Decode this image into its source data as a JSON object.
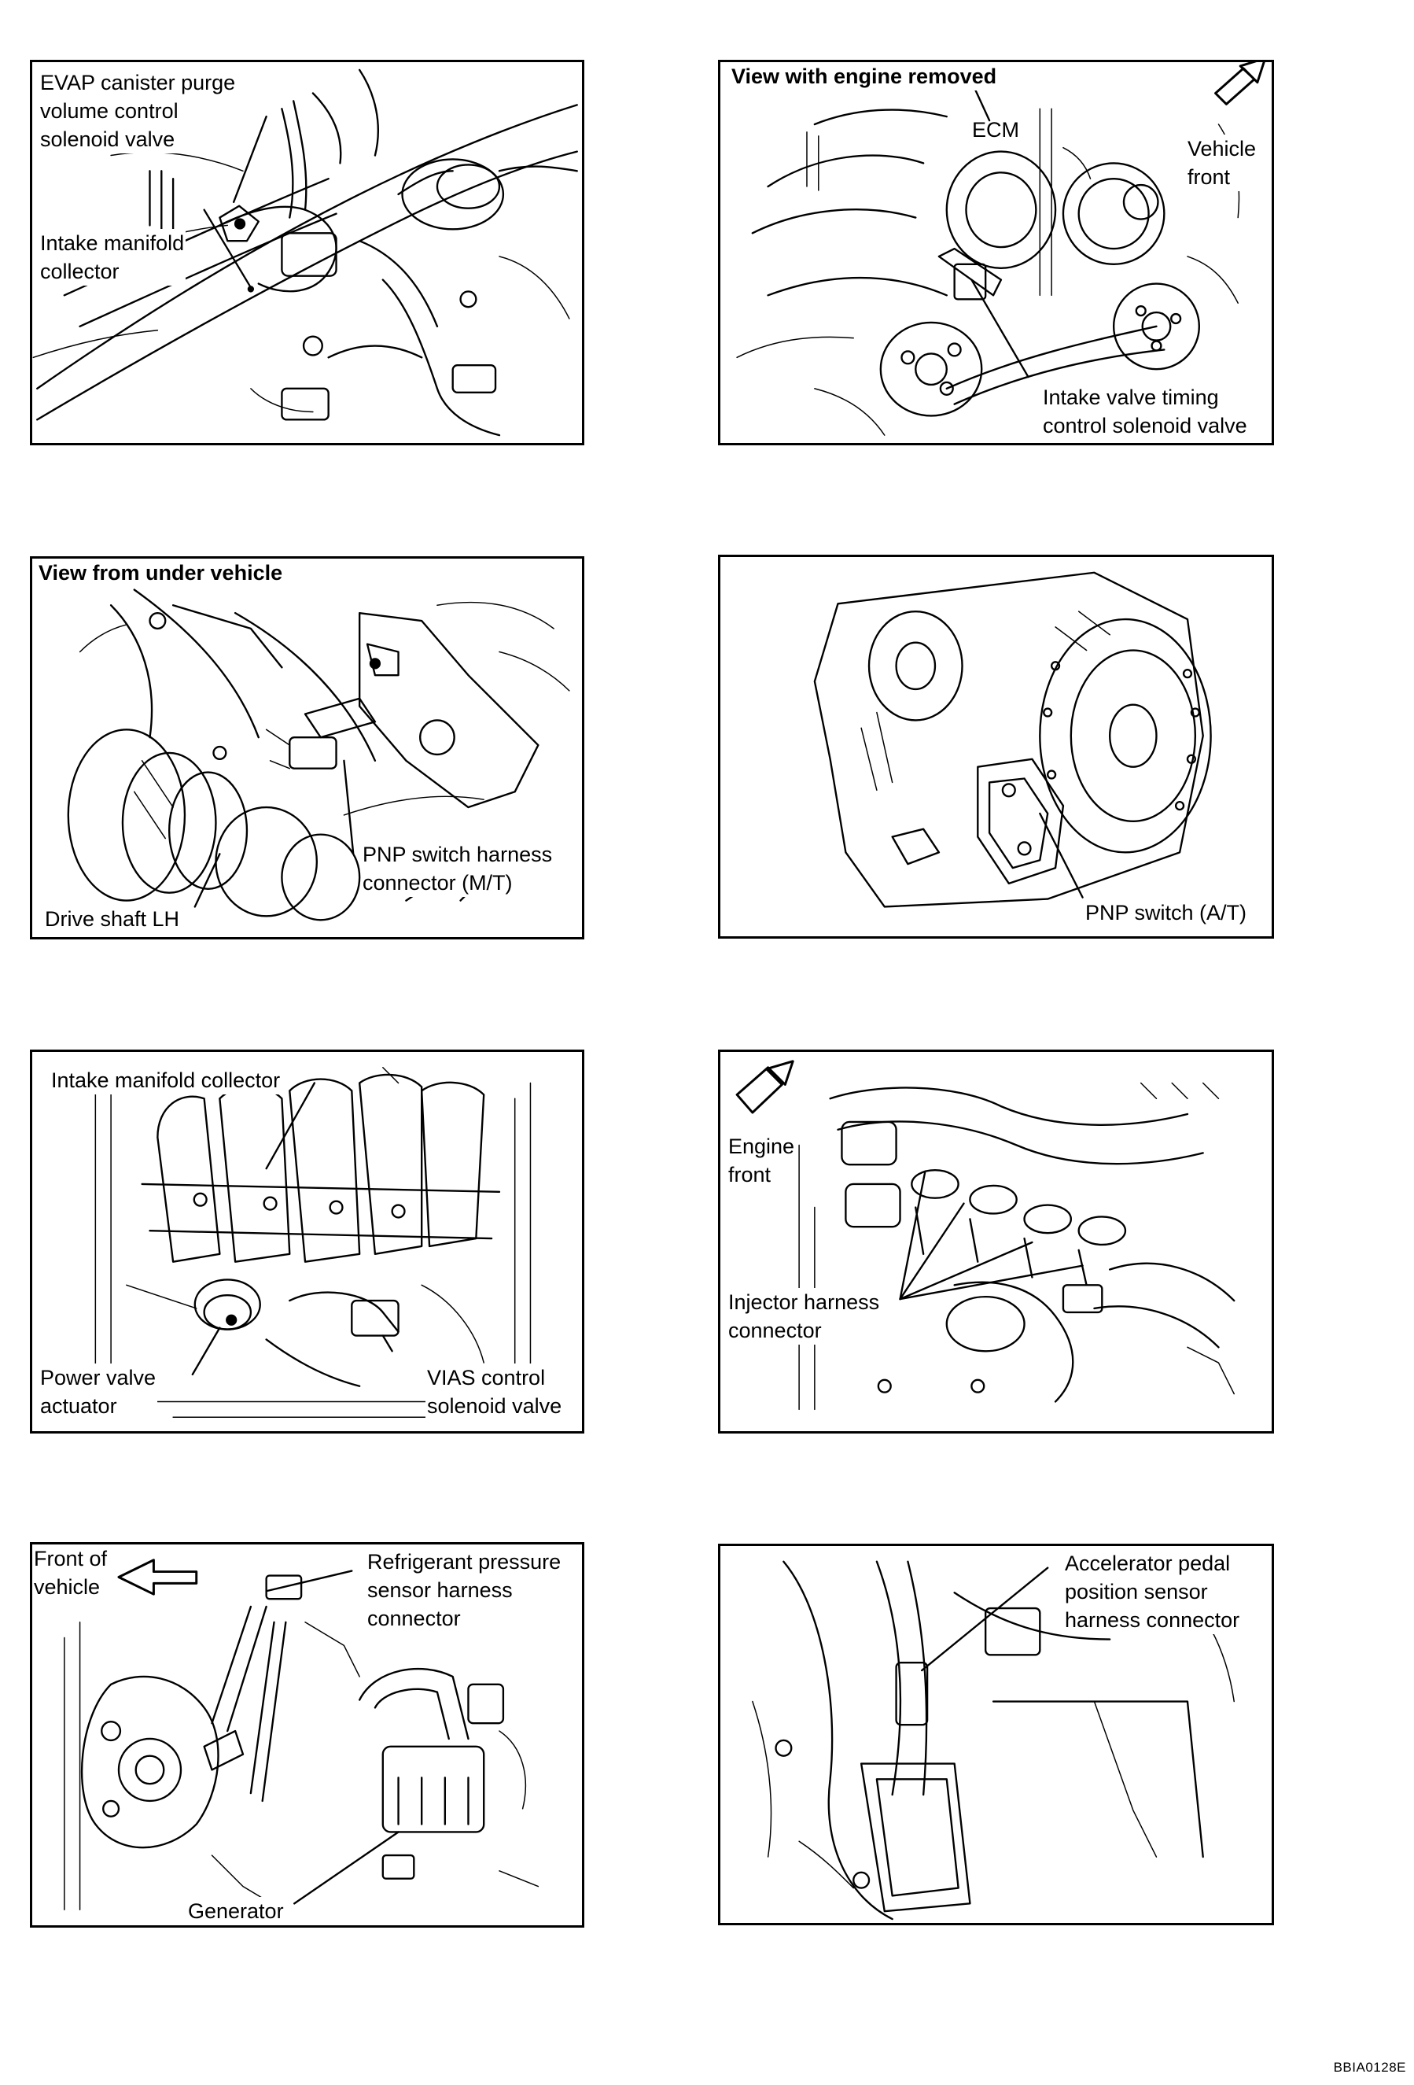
{
  "panels": [
    {
      "id": "evap",
      "labels": [
        {
          "line1": "EVAP canister purge",
          "line2": "volume control",
          "line3": "solenoid valve"
        },
        {
          "line1": "Intake manifold",
          "line2": "collector"
        }
      ]
    },
    {
      "id": "ivt",
      "title": "View with engine removed",
      "ecm": "ECM",
      "direction": {
        "line1": "Vehicle",
        "line2": "front"
      },
      "labels": [
        {
          "line1": "Intake valve timing",
          "line2": "control solenoid valve"
        }
      ]
    },
    {
      "id": "pnp-mt",
      "title": "View from under vehicle",
      "labels": [
        {
          "line1": "PNP switch harness",
          "line2": "connector (M/T)"
        },
        {
          "line1": "Drive shaft LH"
        }
      ]
    },
    {
      "id": "pnp-at",
      "labels": [
        {
          "line1": "PNP switch (A/T)"
        }
      ]
    },
    {
      "id": "vias",
      "labels": [
        {
          "line1": "Intake manifold collector"
        },
        {
          "line1": "Power valve",
          "line2": "actuator"
        },
        {
          "line1": "VIAS control",
          "line2": "solenoid valve"
        }
      ]
    },
    {
      "id": "injector",
      "direction": {
        "line1": "Engine",
        "line2": "front"
      },
      "labels": [
        {
          "line1": "Injector harness",
          "line2": "connector"
        }
      ]
    },
    {
      "id": "refrigerant",
      "direction": {
        "line1": "Front of",
        "line2": "vehicle"
      },
      "labels": [
        {
          "line1": "Refrigerant pressure",
          "line2": "sensor harness",
          "line3": "connector"
        },
        {
          "line1": "Generator"
        }
      ]
    },
    {
      "id": "accelerator",
      "labels": [
        {
          "line1": "Accelerator pedal",
          "line2": "position sensor",
          "line3": "harness connector"
        }
      ]
    }
  ],
  "figure_code": "BBIA0128E"
}
